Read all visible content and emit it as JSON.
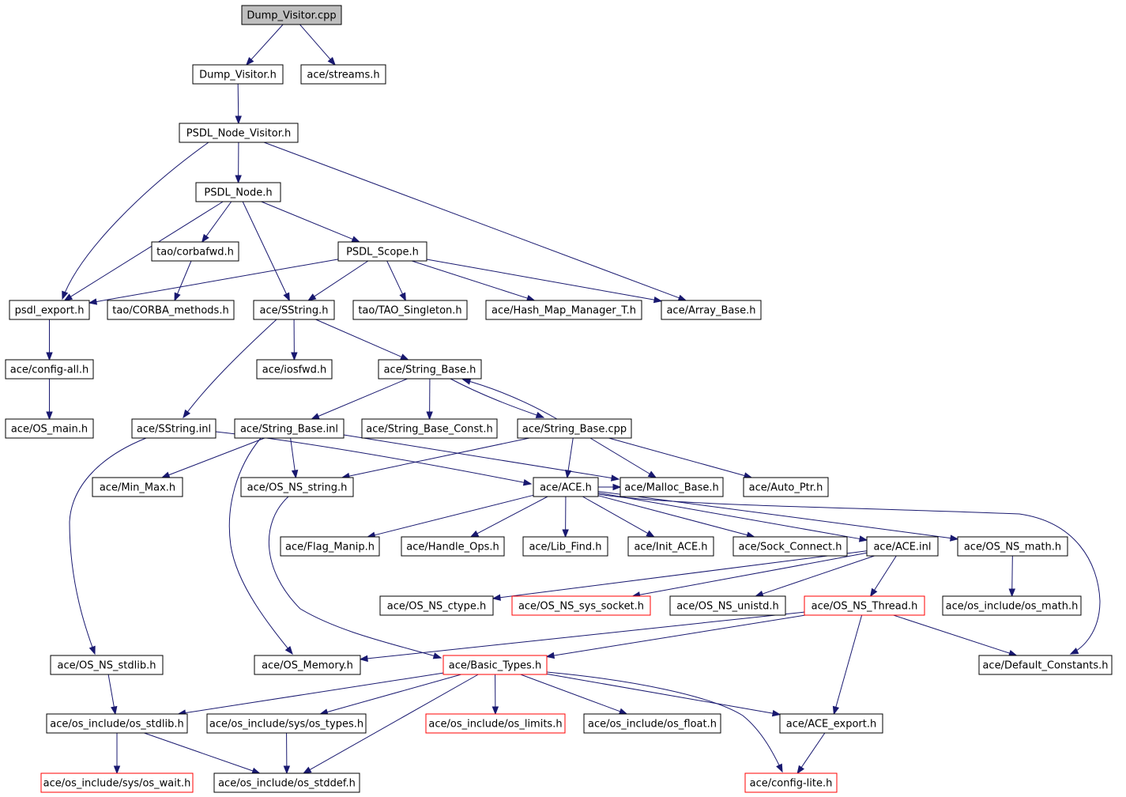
{
  "colors": {
    "edge": "#191970",
    "node_border": "#000000",
    "node_border_truncated": "#ff0000",
    "root_fill": "#bfbfbf",
    "node_fill": "#ffffff"
  },
  "graph": {
    "nodes": [
      {
        "id": "dump_visitor_cpp",
        "label": "Dump_Visitor.cpp",
        "root": true
      },
      {
        "id": "dump_visitor_h",
        "label": "Dump_Visitor.h"
      },
      {
        "id": "ace_streams_h",
        "label": "ace/streams.h"
      },
      {
        "id": "psdl_node_visitor_h",
        "label": "PSDL_Node_Visitor.h"
      },
      {
        "id": "psdl_node_h",
        "label": "PSDL_Node.h"
      },
      {
        "id": "tao_corbafwd_h",
        "label": "tao/corbafwd.h"
      },
      {
        "id": "psdl_scope_h",
        "label": "PSDL_Scope.h"
      },
      {
        "id": "psdl_export_h",
        "label": "psdl_export.h"
      },
      {
        "id": "tao_corba_methods_h",
        "label": "tao/CORBA_methods.h"
      },
      {
        "id": "ace_sstring_h",
        "label": "ace/SString.h"
      },
      {
        "id": "tao_tao_singleton_h",
        "label": "tao/TAO_Singleton.h"
      },
      {
        "id": "ace_hash_map_manager_t_h",
        "label": "ace/Hash_Map_Manager_T.h"
      },
      {
        "id": "ace_array_base_h",
        "label": "ace/Array_Base.h"
      },
      {
        "id": "ace_config_all_h",
        "label": "ace/config-all.h"
      },
      {
        "id": "ace_iosfwd_h",
        "label": "ace/iosfwd.h"
      },
      {
        "id": "ace_string_base_h",
        "label": "ace/String_Base.h"
      },
      {
        "id": "ace_os_main_h",
        "label": "ace/OS_main.h"
      },
      {
        "id": "ace_sstring_inl",
        "label": "ace/SString.inl"
      },
      {
        "id": "ace_string_base_inl",
        "label": "ace/String_Base.inl"
      },
      {
        "id": "ace_string_base_const_h",
        "label": "ace/String_Base_Const.h"
      },
      {
        "id": "ace_string_base_cpp",
        "label": "ace/String_Base.cpp"
      },
      {
        "id": "ace_min_max_h",
        "label": "ace/Min_Max.h"
      },
      {
        "id": "ace_os_ns_string_h",
        "label": "ace/OS_NS_string.h"
      },
      {
        "id": "ace_ace_h",
        "label": "ace/ACE.h"
      },
      {
        "id": "ace_malloc_base_h",
        "label": "ace/Malloc_Base.h"
      },
      {
        "id": "ace_auto_ptr_h",
        "label": "ace/Auto_Ptr.h"
      },
      {
        "id": "ace_flag_manip_h",
        "label": "ace/Flag_Manip.h"
      },
      {
        "id": "ace_handle_ops_h",
        "label": "ace/Handle_Ops.h"
      },
      {
        "id": "ace_lib_find_h",
        "label": "ace/Lib_Find.h"
      },
      {
        "id": "ace_init_ace_h",
        "label": "ace/Init_ACE.h"
      },
      {
        "id": "ace_sock_connect_h",
        "label": "ace/Sock_Connect.h"
      },
      {
        "id": "ace_ace_inl",
        "label": "ace/ACE.inl"
      },
      {
        "id": "ace_os_ns_math_h",
        "label": "ace/OS_NS_math.h"
      },
      {
        "id": "ace_os_ns_ctype_h",
        "label": "ace/OS_NS_ctype.h"
      },
      {
        "id": "ace_os_ns_sys_socket_h",
        "label": "ace/OS_NS_sys_socket.h",
        "truncated": true
      },
      {
        "id": "ace_os_ns_unistd_h",
        "label": "ace/OS_NS_unistd.h"
      },
      {
        "id": "ace_os_ns_thread_h",
        "label": "ace/OS_NS_Thread.h",
        "truncated": true
      },
      {
        "id": "ace_os_include_os_math_h",
        "label": "ace/os_include/os_math.h"
      },
      {
        "id": "ace_os_ns_stdlib_h",
        "label": "ace/OS_NS_stdlib.h"
      },
      {
        "id": "ace_os_memory_h",
        "label": "ace/OS_Memory.h"
      },
      {
        "id": "ace_basic_types_h",
        "label": "ace/Basic_Types.h",
        "truncated": true
      },
      {
        "id": "ace_default_constants_h",
        "label": "ace/Default_Constants.h"
      },
      {
        "id": "ace_os_include_os_stdlib_h",
        "label": "ace/os_include/os_stdlib.h"
      },
      {
        "id": "ace_os_include_sys_os_types_h",
        "label": "ace/os_include/sys/os_types.h"
      },
      {
        "id": "ace_os_include_os_limits_h",
        "label": "ace/os_include/os_limits.h",
        "truncated": true
      },
      {
        "id": "ace_os_include_os_float_h",
        "label": "ace/os_include/os_float.h"
      },
      {
        "id": "ace_ace_export_h",
        "label": "ace/ACE_export.h"
      },
      {
        "id": "ace_os_include_sys_os_wait_h",
        "label": "ace/os_include/sys/os_wait.h",
        "truncated": true
      },
      {
        "id": "ace_os_include_os_stddef_h",
        "label": "ace/os_include/os_stddef.h"
      },
      {
        "id": "ace_config_lite_h",
        "label": "ace/config-lite.h",
        "truncated": true
      }
    ],
    "edges": [
      [
        "dump_visitor_cpp",
        "dump_visitor_h"
      ],
      [
        "dump_visitor_cpp",
        "ace_streams_h"
      ],
      [
        "dump_visitor_h",
        "psdl_node_visitor_h"
      ],
      [
        "psdl_node_visitor_h",
        "psdl_node_h"
      ],
      [
        "psdl_node_visitor_h",
        "psdl_export_h"
      ],
      [
        "psdl_node_visitor_h",
        "ace_array_base_h"
      ],
      [
        "psdl_node_h",
        "psdl_export_h"
      ],
      [
        "psdl_node_h",
        "tao_corbafwd_h"
      ],
      [
        "psdl_node_h",
        "ace_sstring_h"
      ],
      [
        "psdl_node_h",
        "psdl_scope_h"
      ],
      [
        "tao_corbafwd_h",
        "tao_corba_methods_h"
      ],
      [
        "psdl_scope_h",
        "psdl_export_h"
      ],
      [
        "psdl_scope_h",
        "ace_sstring_h"
      ],
      [
        "psdl_scope_h",
        "tao_tao_singleton_h"
      ],
      [
        "psdl_scope_h",
        "ace_hash_map_manager_t_h"
      ],
      [
        "psdl_scope_h",
        "ace_array_base_h"
      ],
      [
        "psdl_export_h",
        "ace_config_all_h"
      ],
      [
        "ace_config_all_h",
        "ace_os_main_h"
      ],
      [
        "ace_sstring_h",
        "ace_iosfwd_h"
      ],
      [
        "ace_sstring_h",
        "ace_string_base_h"
      ],
      [
        "ace_sstring_h",
        "ace_sstring_inl"
      ],
      [
        "ace_string_base_h",
        "ace_string_base_inl"
      ],
      [
        "ace_string_base_h",
        "ace_string_base_const_h"
      ],
      [
        "ace_string_base_h",
        "ace_string_base_cpp"
      ],
      [
        "ace_string_base_cpp",
        "ace_string_base_h"
      ],
      [
        "ace_string_base_cpp",
        "ace_os_ns_string_h"
      ],
      [
        "ace_string_base_cpp",
        "ace_ace_h"
      ],
      [
        "ace_string_base_cpp",
        "ace_malloc_base_h"
      ],
      [
        "ace_string_base_cpp",
        "ace_auto_ptr_h"
      ],
      [
        "ace_string_base_inl",
        "ace_min_max_h"
      ],
      [
        "ace_string_base_inl",
        "ace_os_ns_string_h"
      ],
      [
        "ace_string_base_inl",
        "ace_malloc_base_h"
      ],
      [
        "ace_string_base_inl",
        "ace_os_memory_h"
      ],
      [
        "ace_sstring_inl",
        "ace_ace_h"
      ],
      [
        "ace_sstring_inl",
        "ace_os_ns_stdlib_h"
      ],
      [
        "ace_os_ns_string_h",
        "ace_basic_types_h"
      ],
      [
        "ace_ace_h",
        "ace_malloc_base_h"
      ],
      [
        "ace_ace_h",
        "ace_flag_manip_h"
      ],
      [
        "ace_ace_h",
        "ace_handle_ops_h"
      ],
      [
        "ace_ace_h",
        "ace_lib_find_h"
      ],
      [
        "ace_ace_h",
        "ace_init_ace_h"
      ],
      [
        "ace_ace_h",
        "ace_sock_connect_h"
      ],
      [
        "ace_ace_h",
        "ace_ace_inl"
      ],
      [
        "ace_ace_h",
        "ace_os_ns_math_h"
      ],
      [
        "ace_ace_h",
        "ace_default_constants_h"
      ],
      [
        "ace_ace_inl",
        "ace_os_ns_ctype_h"
      ],
      [
        "ace_ace_inl",
        "ace_os_ns_sys_socket_h"
      ],
      [
        "ace_ace_inl",
        "ace_os_ns_unistd_h"
      ],
      [
        "ace_ace_inl",
        "ace_os_ns_thread_h"
      ],
      [
        "ace_os_ns_math_h",
        "ace_os_include_os_math_h"
      ],
      [
        "ace_os_ns_thread_h",
        "ace_os_memory_h"
      ],
      [
        "ace_os_ns_thread_h",
        "ace_basic_types_h"
      ],
      [
        "ace_os_ns_thread_h",
        "ace_default_constants_h"
      ],
      [
        "ace_os_ns_thread_h",
        "ace_ace_export_h"
      ],
      [
        "ace_os_ns_stdlib_h",
        "ace_os_include_os_stdlib_h"
      ],
      [
        "ace_basic_types_h",
        "ace_os_include_os_stdlib_h"
      ],
      [
        "ace_basic_types_h",
        "ace_os_include_sys_os_types_h"
      ],
      [
        "ace_basic_types_h",
        "ace_os_include_os_limits_h"
      ],
      [
        "ace_basic_types_h",
        "ace_os_include_os_float_h"
      ],
      [
        "ace_basic_types_h",
        "ace_ace_export_h"
      ],
      [
        "ace_basic_types_h",
        "ace_os_include_os_stddef_h"
      ],
      [
        "ace_basic_types_h",
        "ace_config_lite_h"
      ],
      [
        "ace_os_include_os_stdlib_h",
        "ace_os_include_sys_os_wait_h"
      ],
      [
        "ace_os_include_os_stdlib_h",
        "ace_os_include_os_stddef_h"
      ],
      [
        "ace_os_include_sys_os_types_h",
        "ace_os_include_os_stddef_h"
      ],
      [
        "ace_ace_export_h",
        "ace_config_lite_h"
      ]
    ]
  }
}
